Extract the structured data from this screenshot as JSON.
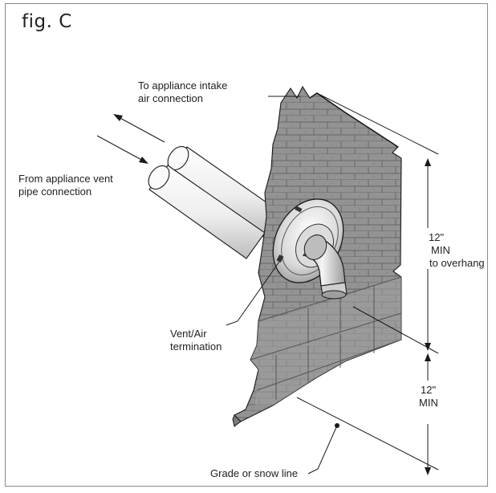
{
  "figure": {
    "title": "fig. C"
  },
  "labels": {
    "intake_line1": "To appliance intake",
    "intake_line2": "air connection",
    "vent_line1": "From appliance vent",
    "vent_line2": "pipe connection",
    "termination_line1": "Vent/Air",
    "termination_line2": "termination",
    "upper_dim_line1": "12\"",
    "upper_dim_line2": "MIN",
    "upper_dim_line3": "to overhang",
    "lower_dim_line1": "12\"",
    "lower_dim_line2": "MIN",
    "grade_label": "Grade or snow line"
  },
  "colors": {
    "brick": "#8f8f8f",
    "brick_light": "#a3a3a3",
    "mortar": "#5e5e5e",
    "pipe": "#f2f2f2",
    "outline": "#1a1a1a"
  }
}
